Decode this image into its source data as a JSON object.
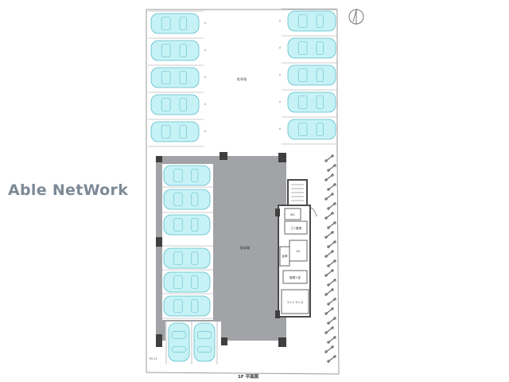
{
  "watermark": {
    "text": "Able NetWork"
  },
  "plan": {
    "title": "1F 平面図",
    "lot_label": "駐車場",
    "piloti_label": "駐車場",
    "bottom_left_note": "PS 1F",
    "room_labels": [
      "WC",
      "ゴミ置場",
      "EV",
      "倉庫",
      "管理人室",
      "エントランス"
    ]
  },
  "parking": {
    "outdoor_left_count": 5,
    "outdoor_right_count": 5,
    "indoor_count": 6,
    "bottom_count": 2,
    "bicycle_count": 22
  },
  "colors": {
    "car_fill": "#c6f2f6",
    "car_stroke": "#5bbec9",
    "building_gray": "#9ea0a3",
    "wall": "#4a4a4a",
    "line": "#8a8a8a"
  }
}
